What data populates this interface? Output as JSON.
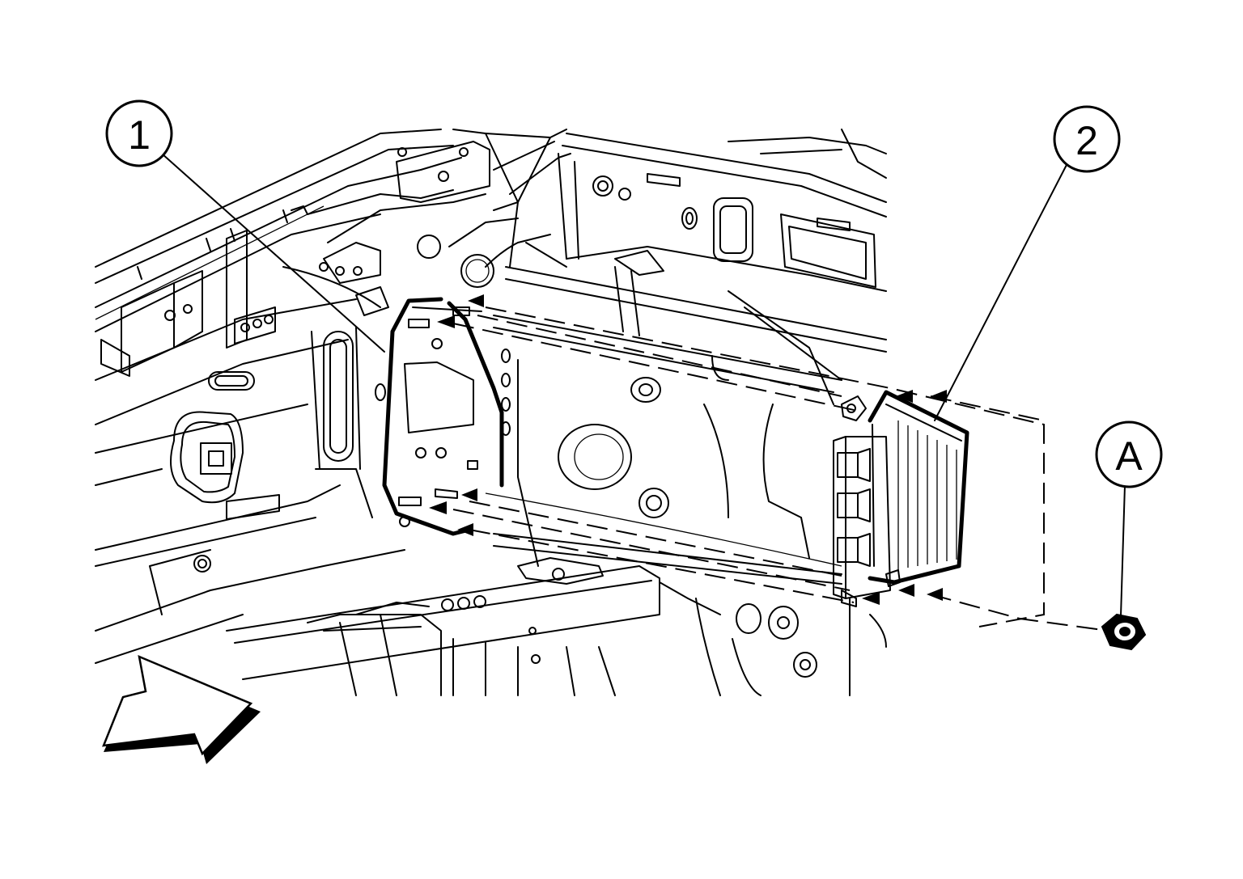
{
  "callouts": [
    {
      "label": "1"
    },
    {
      "label": "2"
    },
    {
      "label": "A"
    }
  ],
  "icons": {
    "direction_arrow": "front-direction-arrow-icon",
    "fastener": "nut-icon"
  },
  "colors": {
    "line": "#000000",
    "background": "#ffffff"
  }
}
